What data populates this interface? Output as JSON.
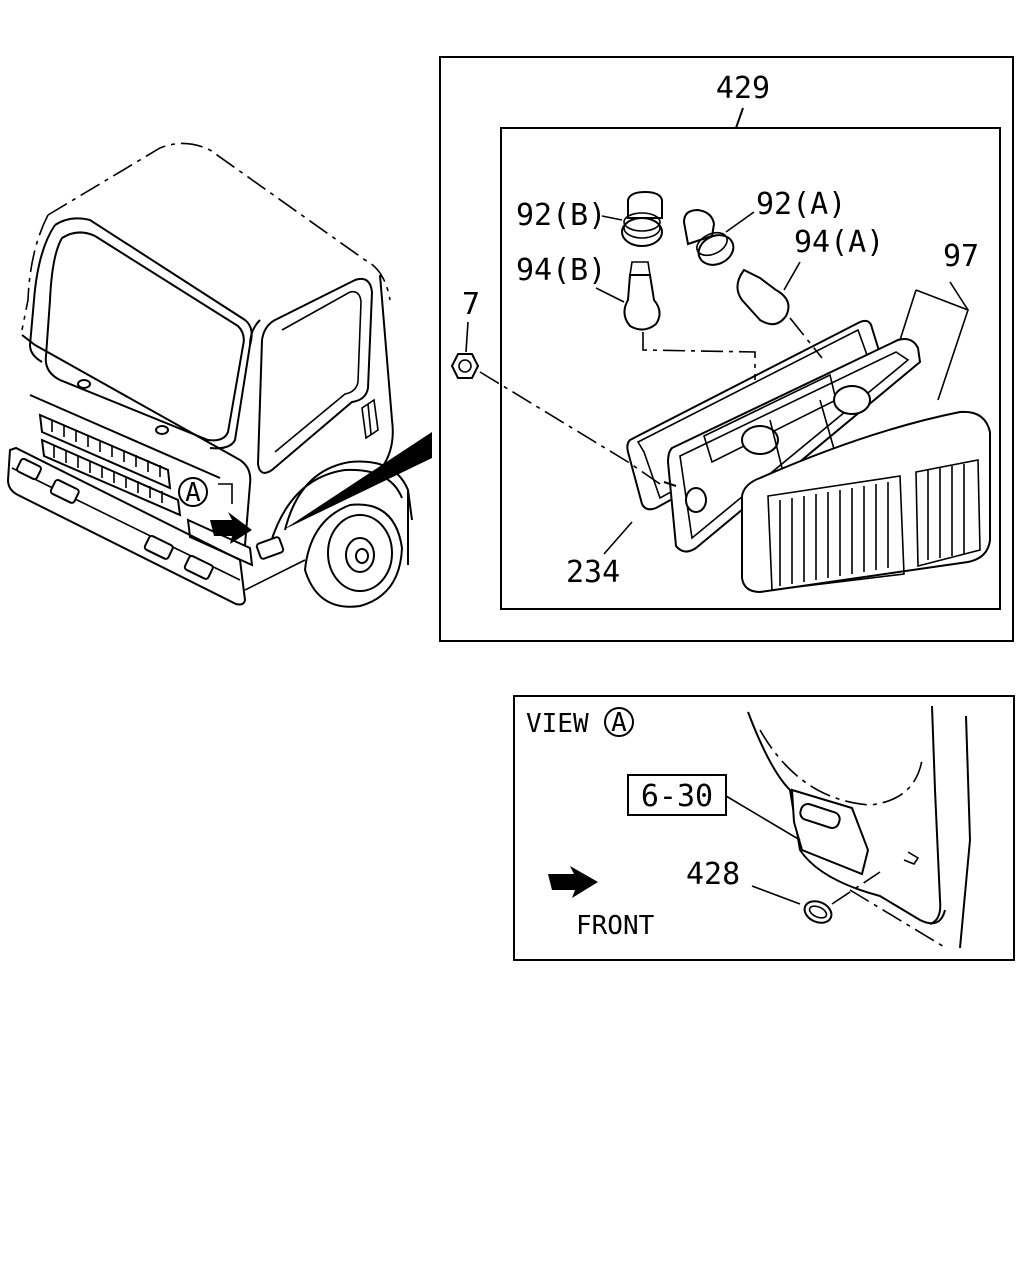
{
  "overview": {
    "view_marker": "A"
  },
  "detail": {
    "assembly": "429",
    "parts": {
      "socket_b": "92(B)",
      "socket_a": "92(A)",
      "bulb_b": "94(B)",
      "bulb_a": "94(A)",
      "nut": "7",
      "lens": "97",
      "gasket": "234"
    }
  },
  "view_a": {
    "title_prefix": "VIEW",
    "marker": "A",
    "ref_box": "6-30",
    "cap_part": "428",
    "direction_label": "FRONT"
  }
}
